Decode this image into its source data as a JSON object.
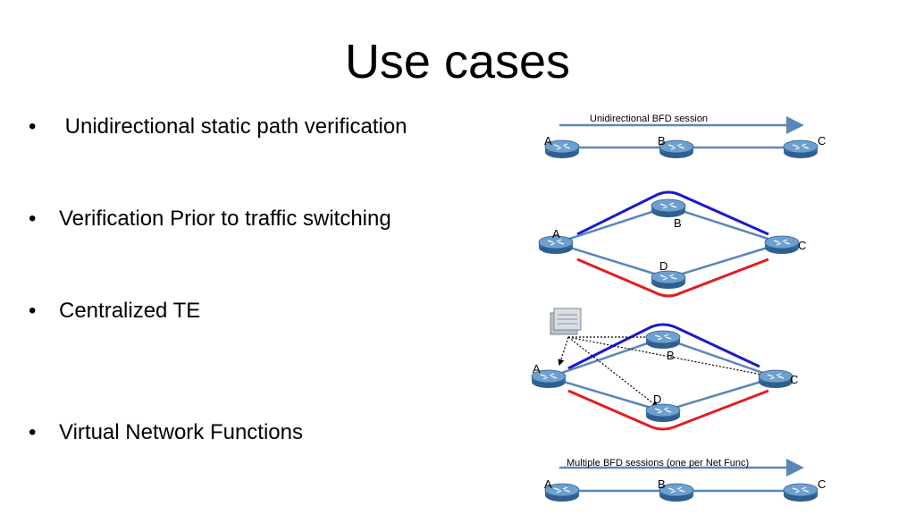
{
  "slide": {
    "title": "Use cases",
    "bullets": [
      {
        "marker": "•",
        "text": " Unidirectional static path verification"
      },
      {
        "marker": "•",
        "text": "Verification Prior to traffic switching"
      },
      {
        "marker": "•",
        "text": "Centralized TE"
      },
      {
        "marker": "•",
        "text": "Virtual Network Functions"
      }
    ]
  },
  "diagrams": {
    "d1": {
      "caption": "Unidirectional BFD session",
      "a": "A",
      "b": "B",
      "c": "C"
    },
    "d2": {
      "a": "A",
      "b": "B",
      "c": "C",
      "d": "D"
    },
    "d3": {
      "a": "A",
      "b": "B",
      "c": "C",
      "d": "D"
    },
    "d4": {
      "caption": "Multiple BFD sessions (one per Net Func)",
      "a": "A",
      "b": "B",
      "c": "C"
    }
  },
  "colors": {
    "link": "#5b87b8",
    "upper_path": "#1a1acc",
    "lower_path": "#e01e1e",
    "router": "#4a78a8"
  },
  "icons": [
    "router-icon",
    "server-icon"
  ]
}
